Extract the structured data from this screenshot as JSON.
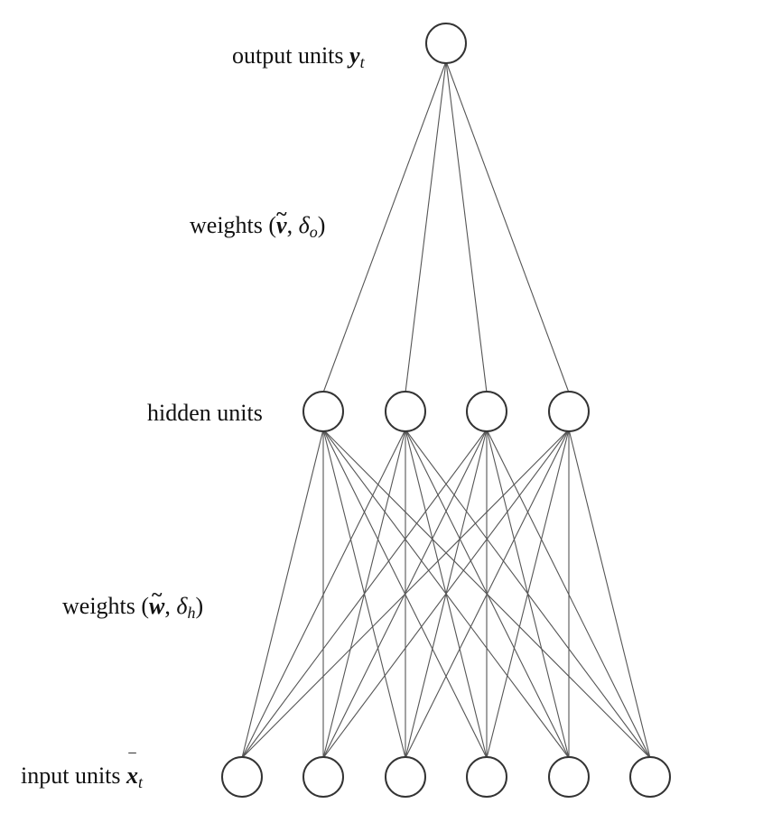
{
  "labels": {
    "output": {
      "text": "output units ",
      "var": "y",
      "sub": "t"
    },
    "weights_top": {
      "open": "weights (",
      "var": "v",
      "accent": "~",
      "sep": ", ",
      "greek": "δ",
      "sub": "o",
      "close": ")"
    },
    "hidden": {
      "text": "hidden units"
    },
    "weights_bottom": {
      "open": "weights (",
      "var": "w",
      "accent": "~",
      "sep": ", ",
      "greek": "δ",
      "sub": "h",
      "close": ")"
    },
    "input": {
      "text": "input units ",
      "var": "x",
      "accent": "‾",
      "sub": "t"
    }
  },
  "network": {
    "output_units": 1,
    "hidden_units": 4,
    "input_units": 6,
    "fully_connected": true
  },
  "colors": {
    "node_stroke": "#333333",
    "edge_stroke": "#555555",
    "background": "#ffffff"
  }
}
